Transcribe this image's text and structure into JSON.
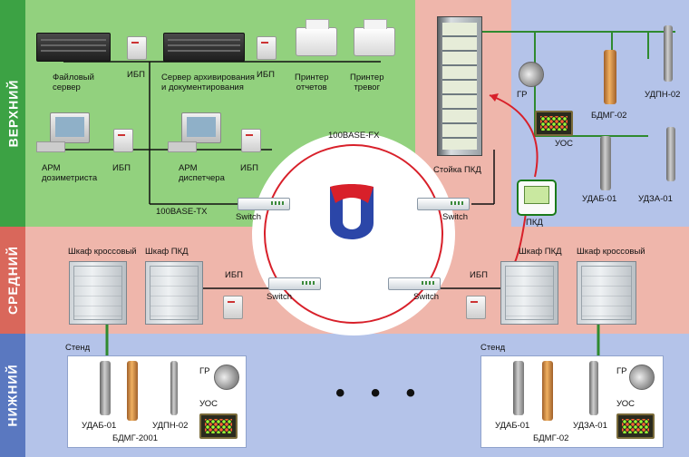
{
  "levels": {
    "upper": "ВЕРХНИЙ",
    "middle": "СРЕДНИЙ",
    "lower": "НИЖНИЙ"
  },
  "colors": {
    "upper": "#92d17e",
    "upper_side": "#3ca244",
    "middle": "#efb6ab",
    "middle_side": "#d9675b",
    "lower": "#b4c3e9",
    "lower_side": "#5a78c0",
    "link_red": "#d8202a",
    "link_green": "#2f8a2f",
    "ring_red": "#d8202a"
  },
  "upper": {
    "file_server": "Файловый\nсервер",
    "ups_1": "ИБП",
    "archive_server": "Сервер архивирования\nи документирования",
    "ups_2": "ИБП",
    "report_printer": "Принтер\nотчетов",
    "alarm_printer": "Принтер\nтревог",
    "dosimetrist_ws": "АРМ\nдозиметриста",
    "ups_3": "ИБП",
    "dispatcher_ws": "АРМ\nдиспетчера",
    "ups_4": "ИБП",
    "network_left": "100BASE-TX",
    "switch_left": "Switch",
    "ring_label": "100BASE-FX",
    "switch_right": "Switch",
    "rack": "Стойка ПКД",
    "gr": "ГР",
    "uos": "УОС",
    "bdmg02": "БДМГ-02",
    "udpn02": "УДПН-02",
    "udab01": "УДАБ-01",
    "udza01": "УДЗА-01",
    "pkd": "ПКД"
  },
  "middle": {
    "cross_cab_left": "Шкаф кроссовый",
    "pkd_cab_left": "Шкаф ПКД",
    "ups_left": "ИБП",
    "switch_left": "Switch",
    "switch_right": "Switch",
    "ups_right": "ИБП",
    "pkd_cab_right": "Шкаф ПКД",
    "cross_cab_right": "Шкаф кроссовый"
  },
  "lower": {
    "stand_left": "Стенд",
    "udab01_left": "УДАБ-01",
    "bdmg2001": "БДМГ-2001",
    "udpn02_left": "УДПН-02",
    "gr_left": "ГР",
    "uos_left": "УОС",
    "ellipsis": "• • •",
    "stand_right": "Стенд",
    "udab01_right": "УДАБ-01",
    "bdmg02_right": "БДМГ-02",
    "udza01_right": "УДЗА-01",
    "gr_right": "ГР",
    "uos_right": "УОС"
  }
}
